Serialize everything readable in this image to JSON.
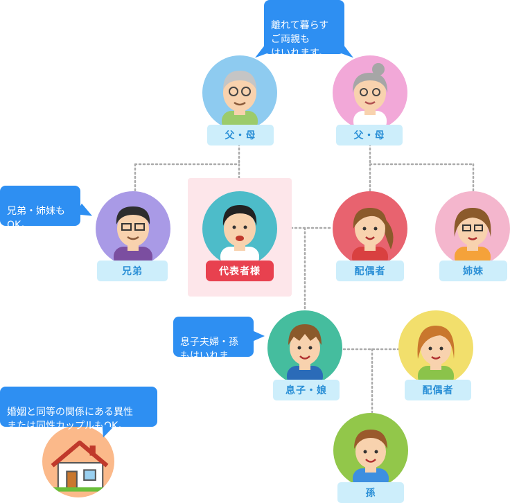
{
  "bubbles": {
    "parents_note": "離れて暮らす\nご両親も\nはいれます。",
    "siblings_note": "兄弟・姉妹も\nOK。",
    "children_note": "息子夫婦・孫\nもはいれます。",
    "partnership_note": "婚姻と同等の関係にある異性\nまたは同性カップルもOK。"
  },
  "members": {
    "father": "父・母",
    "mother": "父・母",
    "brother": "兄弟",
    "representative": "代表者様",
    "spouse": "配偶者",
    "sister": "姉妹",
    "son": "息子・娘",
    "child_spouse": "配偶者",
    "grandchild": "孫"
  },
  "colors": {
    "bubble": "#2e8ff2",
    "label_bg": "#cdeefb",
    "label_text": "#2a8fd6",
    "representative": "#e8414f",
    "connector": "#aaaaaa"
  },
  "icons": {
    "house": "house-icon"
  }
}
